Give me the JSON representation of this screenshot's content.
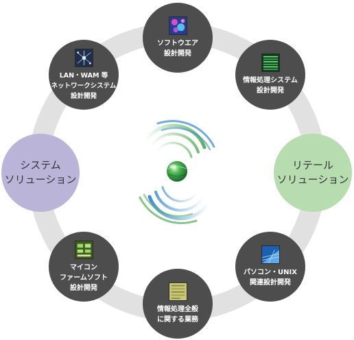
{
  "colors": {
    "ring": "#e1e1e1",
    "dark_node": "#4d4d4d",
    "system_solution": "#b9b4d8",
    "retail_solution": "#b6dcb0",
    "swirl_green": "#5cb05f",
    "swirl_blue": "#3e8fd0",
    "globe": "#2e9a3f"
  },
  "nodes": {
    "software": {
      "lines": [
        "ソフトウエア",
        "設計開発"
      ],
      "icon": "software-thumbnail-icon"
    },
    "info_system": {
      "lines": [
        "情報処理システム",
        "設計開発"
      ],
      "icon": "data-system-thumbnail-icon"
    },
    "pc_unix": {
      "lines": [
        "パソコン・UNIX",
        "関連設計開発"
      ],
      "icon": "pc-screen-thumbnail-icon"
    },
    "info_general": {
      "lines": [
        "情報処理全般",
        "に関する業務"
      ],
      "icon": "document-thumbnail-icon"
    },
    "microcomputer": {
      "lines": [
        "マイコン",
        "ファームソフト",
        "設計開発"
      ],
      "icon": "circuit-board-thumbnail-icon"
    },
    "lan_wam": {
      "lines": [
        "LAN・WAM 等",
        "ネットワークシステム",
        "設計開発"
      ],
      "icon": "network-thumbnail-icon"
    }
  },
  "solutions": {
    "system": {
      "lines": [
        "システム",
        "ソリューション"
      ]
    },
    "retail": {
      "lines": [
        "リテール",
        "ソリューション"
      ]
    }
  },
  "center": {
    "icon": "swirl-globe-icon"
  }
}
